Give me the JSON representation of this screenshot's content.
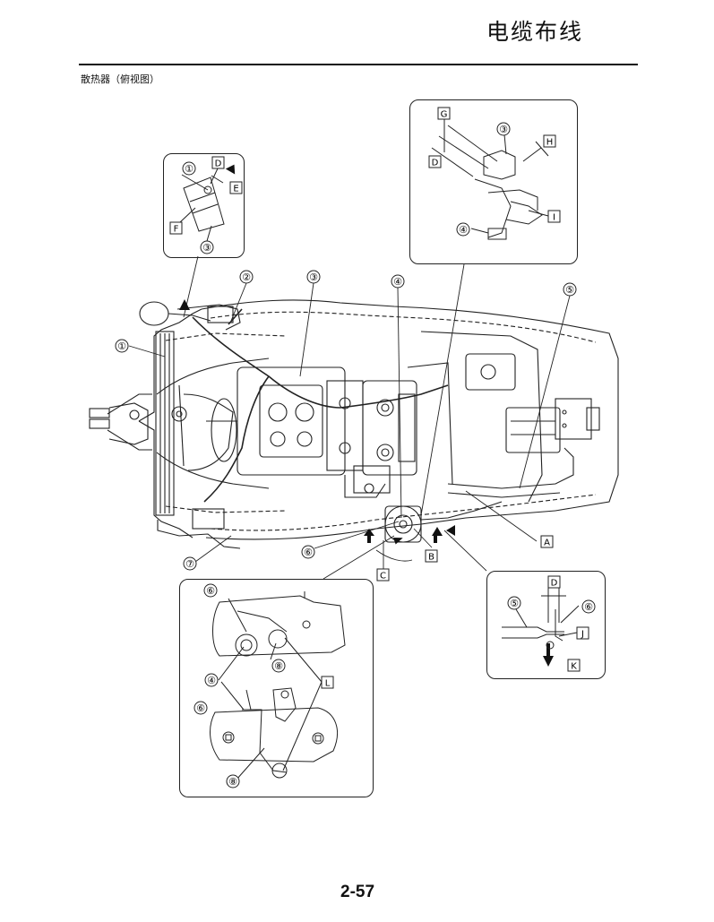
{
  "header": {
    "title": "电缆布线"
  },
  "caption": "散热器（俯视图）",
  "footer": {
    "page_number": "2-57"
  },
  "callouts": {
    "c1": "①",
    "c2": "②",
    "c3": "③",
    "c4": "④",
    "c5": "⑤",
    "c6": "⑥",
    "c7": "⑦",
    "c8": "⑧"
  },
  "letters": {
    "A": "A",
    "B": "B",
    "C": "C",
    "D": "D",
    "E": "E",
    "F": "F",
    "G": "G",
    "H": "H",
    "I": "I",
    "J": "J",
    "K": "K",
    "L": "L"
  }
}
